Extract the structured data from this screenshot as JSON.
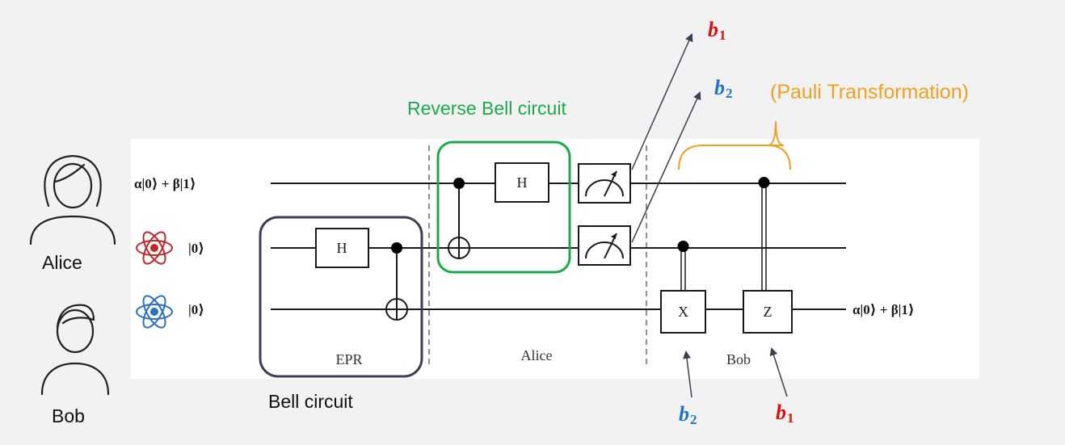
{
  "colors": {
    "background": "#f2f2f2",
    "panel": "#ffffff",
    "wire": "#1a1a1a",
    "epr_box": "#3a3f56",
    "reverse_bell_box": "#1aaa4a",
    "pauli_brace": "#f0a020",
    "b1": "#d90f0f",
    "b2": "#1f74c8",
    "alice_atom": "#c0282c",
    "bob_atom": "#2d6fc4"
  },
  "people": {
    "alice": {
      "label": "Alice",
      "icon": "person-female-icon"
    },
    "bob": {
      "label": "Bob",
      "icon": "person-male-icon"
    }
  },
  "qubits": [
    {
      "label": "α|0⟩ + β|1⟩"
    },
    {
      "label": "|0⟩",
      "icon": "atom-icon"
    },
    {
      "label": "|0⟩",
      "icon": "atom-icon"
    }
  ],
  "output_state": "α|0⟩ + β|1⟩",
  "gates": {
    "h_epr": "H",
    "h_alice": "H",
    "x": "X",
    "z": "Z"
  },
  "sections": {
    "epr": "EPR",
    "alice": "Alice",
    "bob": "Bob"
  },
  "annotations": {
    "bell_circuit": "Bell circuit",
    "reverse_bell_circuit": "Reverse Bell circuit",
    "pauli": "(Pauli Transformation)"
  },
  "bits": {
    "b": "b",
    "one": "1",
    "two": "2"
  }
}
